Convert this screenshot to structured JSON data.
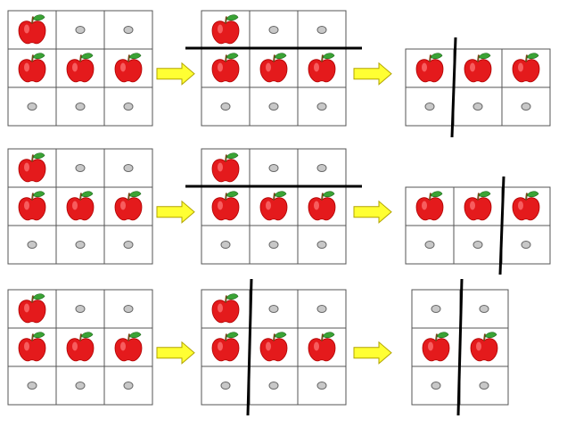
{
  "colors": {
    "background": "#ffffff",
    "grid_line": "#555555",
    "apple_red": "#e41a1c",
    "apple_leaf": "#3aa335",
    "stem": "#7a4a1c",
    "dot_fill": "#c8c8c8",
    "dot_stroke": "#666666",
    "arrow_fill": "#ffff33",
    "arrow_stroke": "#b2a400",
    "cut_line": "#000000"
  },
  "icons": {
    "cell_filled": "apple-icon",
    "cell_empty": "gray-dot-icon",
    "step": "yellow-arrow-icon"
  },
  "rows": [
    {
      "name": "row-1",
      "panels": [
        {
          "name": "original-grid",
          "cells": [
            [
              "apple",
              "dot",
              "dot"
            ],
            [
              "apple",
              "apple",
              "apple"
            ],
            [
              "dot",
              "dot",
              "dot"
            ]
          ],
          "cut": null
        },
        {
          "name": "grid-with-cut",
          "cells": [
            [
              "apple",
              "dot",
              "dot"
            ],
            [
              "apple",
              "apple",
              "apple"
            ],
            [
              "dot",
              "dot",
              "dot"
            ]
          ],
          "cut": "horizontal-between-rows-1-2"
        },
        {
          "name": "result-grid",
          "cells": [
            [
              "apple",
              "apple",
              "apple"
            ],
            [
              "dot",
              "dot",
              "dot"
            ]
          ],
          "cut": "vertical-between-cols-1-2"
        }
      ]
    },
    {
      "name": "row-2",
      "panels": [
        {
          "name": "original-grid",
          "cells": [
            [
              "apple",
              "dot",
              "dot"
            ],
            [
              "apple",
              "apple",
              "apple"
            ],
            [
              "dot",
              "dot",
              "dot"
            ]
          ],
          "cut": null
        },
        {
          "name": "grid-with-cut",
          "cells": [
            [
              "apple",
              "dot",
              "dot"
            ],
            [
              "apple",
              "apple",
              "apple"
            ],
            [
              "dot",
              "dot",
              "dot"
            ]
          ],
          "cut": "horizontal-between-rows-1-2"
        },
        {
          "name": "result-grid",
          "cells": [
            [
              "apple",
              "apple",
              "apple"
            ],
            [
              "dot",
              "dot",
              "dot"
            ]
          ],
          "cut": "vertical-between-cols-2-3"
        }
      ]
    },
    {
      "name": "row-3",
      "panels": [
        {
          "name": "original-grid",
          "cells": [
            [
              "apple",
              "dot",
              "dot"
            ],
            [
              "apple",
              "apple",
              "apple"
            ],
            [
              "dot",
              "dot",
              "dot"
            ]
          ],
          "cut": null
        },
        {
          "name": "grid-with-cut",
          "cells": [
            [
              "apple",
              "dot",
              "dot"
            ],
            [
              "apple",
              "apple",
              "apple"
            ],
            [
              "dot",
              "dot",
              "dot"
            ]
          ],
          "cut": "vertical-between-cols-1-2"
        },
        {
          "name": "result-grid",
          "cells": [
            [
              "dot",
              "dot"
            ],
            [
              "apple",
              "apple"
            ],
            [
              "dot",
              "dot"
            ]
          ],
          "cut": "vertical-between-cols-1-2"
        }
      ]
    }
  ]
}
